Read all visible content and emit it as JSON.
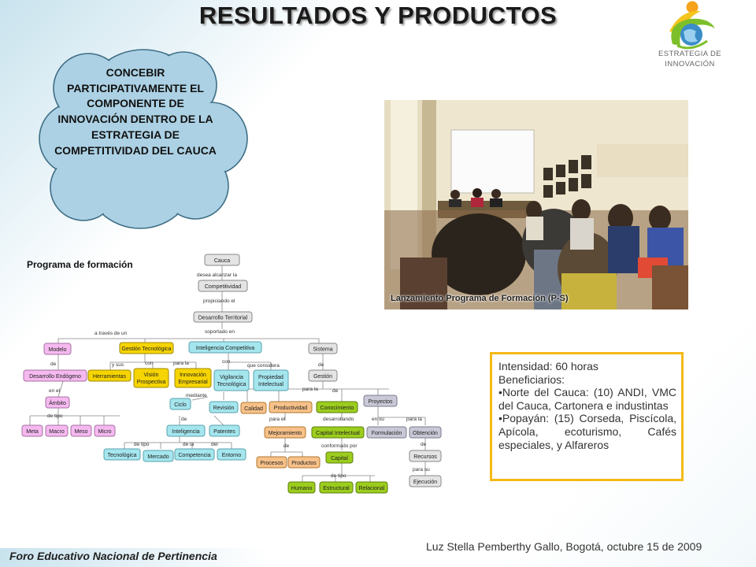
{
  "slide": {
    "title": "RESULTADOS Y PRODUCTOS",
    "logo_text_line1": "ESTRATEGIA DE",
    "logo_text_line2": "INNOVACIÓN",
    "cloud_text": "CONCEBIR PARTICIPATIVAMENTE EL COMPONENTE DE INNOVACIÓN DENTRO DE LA ESTRATEGIA DE COMPETITIVIDAD DEL CAUCA",
    "photo_caption": "Lanzamiento Programa de Formación (P-S)",
    "section_label": "Programa de formación",
    "footer_left": "Foro Educativo Nacional de Pertinencia",
    "footer_right": "Luz Stella Pemberthy Gallo, Bogotá, octubre 15 de 2009"
  },
  "infobox": {
    "line1": "Intensidad: 60 horas",
    "line2": "Beneficiarios:",
    "bullet1": "•Norte del Cauca: (10) ANDI, VMC del Cauca, Cartonera e industintas",
    "bullet2": "•Popayán: (15) Corseda, Piscícola, Apícola, ecoturismo, Cafés especiales, y Alfareros"
  },
  "concept_map": {
    "nodes": {
      "cauca": "Cauca",
      "competitividad": "Competitividad",
      "desarrollo_territorial": "Desarrollo Territorial",
      "modelo": "Modelo",
      "gestion_tecnologica": "Gestión Tecnológica",
      "inteligencia_competitiva": "Inteligencia Competitiva",
      "sistema": "Sistema",
      "desarrollo_endogeno": "Desarrollo Endógeno",
      "herramientas": "Herramientas",
      "vision_1": "Visión",
      "vision_2": "Prospectiva",
      "innovacion_1": "Innovación",
      "innovacion_2": "Empresarial",
      "vigilancia_1": "Vigilancia",
      "vigilancia_2": "Tecnológica",
      "propiedad_1": "Propiedad",
      "propiedad_2": "Intelectual",
      "gestion": "Gestión",
      "ambito": "Ámbito",
      "ciclo": "Ciclo",
      "revision": "Revisión",
      "calidad": "Calidad",
      "productividad": "Productividad",
      "conocimiento": "Conocimiento",
      "proyectos": "Proyectos",
      "meta": "Meta",
      "macro": "Macro",
      "meso": "Meso",
      "micro": "Micro",
      "inteligencia": "Inteligencia",
      "patentes": "Patentes",
      "mejoramiento": "Mejoramiento",
      "capital_intelectual": "Capital Intelectual",
      "formulacion": "Formulación",
      "obtencion": "Obtención",
      "tecnologica": "Tecnológica",
      "mercado": "Mercado",
      "competencia": "Competencia",
      "entorno": "Entorno",
      "procesos": "Procesos",
      "productos": "Productos",
      "capital": "Capital",
      "recursos": "Recursos",
      "humano": "Humano",
      "estructural": "Estructural",
      "relacional": "Relacional",
      "ejecucion": "Ejecución"
    },
    "links": {
      "desea": "desea alcanzar la",
      "propiciando": "propiciando el",
      "atraves": "a través de un",
      "soportado": "soportado en",
      "de_1": "de",
      "ysus": "y sus",
      "con_1": "con",
      "paralas": "para la",
      "con_2": "con",
      "queconsidera": "que considera",
      "de_2": "de",
      "enel": "en el",
      "mediante": "mediante",
      "paralas_2": "para la",
      "de_3": "de",
      "detipo_1": "de tipo",
      "de_4": "de",
      "detipo_2": "de tipo",
      "delas": "de la",
      "del": "del",
      "paraelo": "para el",
      "desarrollando": "desarrollando",
      "ensu": "en su",
      "paralas_3": "para la",
      "de_5": "de",
      "conformado": "conformado por",
      "de_6": "de",
      "paralas_4": "para su",
      "detipo_3": "de tipo"
    }
  },
  "colors": {
    "cloud_fill": "#acd1e4",
    "infobox_border": "#f4b915",
    "node_grey": "#e4e4e4",
    "node_yellow": "#f6d400",
    "node_cyan": "#a5e6ee",
    "node_pink": "#f5b9f0",
    "node_orange": "#f7c189",
    "node_green": "#9ccd1d",
    "node_lilac": "#c8c8d6"
  }
}
